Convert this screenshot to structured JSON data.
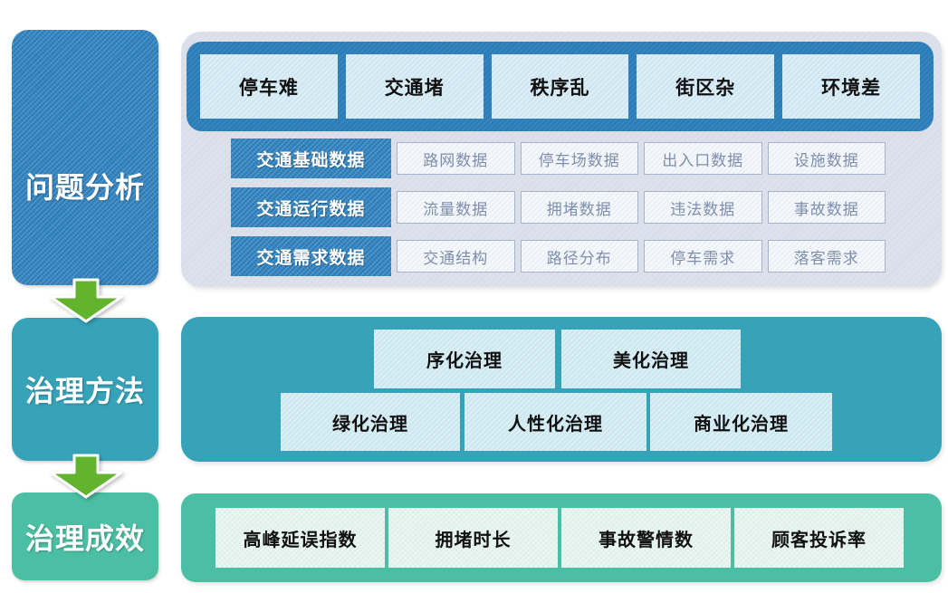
{
  "stages": [
    {
      "label": "问题分析"
    },
    {
      "label": "治理方法"
    },
    {
      "label": "治理成效"
    }
  ],
  "problem_panel": {
    "problems": [
      "停车难",
      "交通堵",
      "秩序乱",
      "街区杂",
      "环境差"
    ],
    "data_rows": [
      {
        "header": "交通基础数据",
        "cells": [
          "路网数据",
          "停车场数据",
          "出入口数据",
          "设施数据"
        ]
      },
      {
        "header": "交通运行数据",
        "cells": [
          "流量数据",
          "拥堵数据",
          "违法数据",
          "事故数据"
        ]
      },
      {
        "header": "交通需求数据",
        "cells": [
          "交通结构",
          "路径分布",
          "停车需求",
          "落客需求"
        ]
      }
    ]
  },
  "methods_panel": {
    "row1": [
      "序化治理",
      "美化治理"
    ],
    "row2": [
      "绿化治理",
      "人性化治理",
      "商业化治理"
    ]
  },
  "effects_panel": {
    "metrics": [
      "高峰延误指数",
      "拥堵时长",
      "事故警情数",
      "顾客投诉率"
    ]
  },
  "colors": {
    "primary_blue": "#2b7db9",
    "panel_lavender": "#d9dee9",
    "light_blue_box": "#cfe6f3",
    "teal": "#37a3b9",
    "light_teal_box": "#cde8f1",
    "mint_green": "#4bbfa3",
    "light_mint_box": "#dff0ea",
    "arrow_green": "#62b32d",
    "data_cell_bg": "#f4f7fb",
    "data_cell_text": "#7e8fad"
  }
}
